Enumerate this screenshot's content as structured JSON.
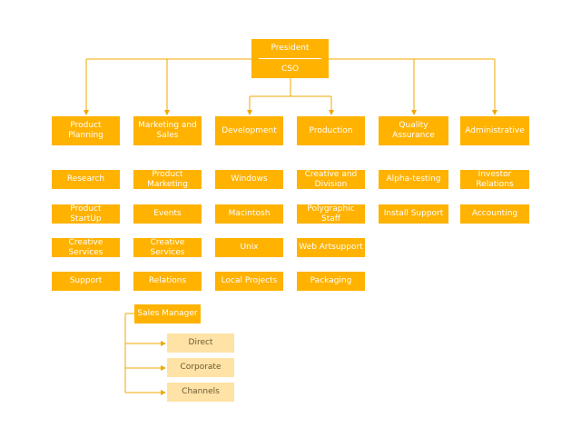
{
  "president": {
    "title": "President",
    "subtitle": "CSO"
  },
  "departments": [
    {
      "name": "Product Planning",
      "items": [
        "Research",
        "Product StartUp",
        "Creative\nServices",
        "Support"
      ]
    },
    {
      "name": "Marketing and\nSales",
      "items": [
        "Product\nMarketing",
        "Events",
        "Creative\nServices",
        "Relations"
      ]
    },
    {
      "name": "Development",
      "items": [
        "Windows",
        "Macintosh",
        "Unix",
        "Local Projects"
      ]
    },
    {
      "name": "Production",
      "items": [
        "Creative and\nDivision",
        "Polygraphic Staff",
        "Web Artsupport",
        "Packaging"
      ]
    },
    {
      "name": "Quality Assurance",
      "items": [
        "Alpha-testing",
        "Install Support"
      ]
    },
    {
      "name": "Administrative",
      "items": [
        "Investor\nRelations",
        "Accounting"
      ]
    }
  ],
  "sales_manager": {
    "title": "Sales Manager",
    "children": [
      "Direct",
      "Corporate",
      "Channels"
    ]
  },
  "colors": {
    "box": "#ffb200",
    "light_box": "#ffe2a6",
    "line": "#f0a800",
    "text_light": "#6a5a30"
  }
}
